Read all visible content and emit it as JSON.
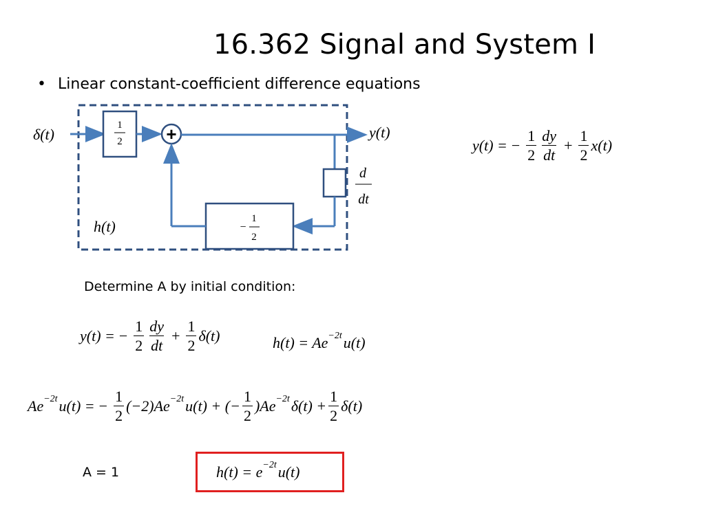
{
  "slide": {
    "title": "16.362 Signal and System I",
    "bullet": {
      "symbol": "•",
      "text": "Linear constant-coefficient difference equations"
    },
    "determine_text": "Determine A by initial condition:",
    "a_value": "A = 1"
  },
  "diagram": {
    "input_label": "δ(t)",
    "output_label": "y(t)",
    "system_label": "h(t)",
    "gain_half": {
      "num": "1",
      "den": "2"
    },
    "adder_symbol": "+",
    "derivative_label": {
      "num": "d",
      "den": "dt"
    },
    "feedback_gain": {
      "sign": "−",
      "num": "1",
      "den": "2"
    },
    "border_color": "#2f4f7f",
    "arrow_color": "#4a7ebb"
  },
  "equations": {
    "eq_top_right": {
      "lhs": "y(t) =",
      "sign1": "−",
      "frac1": {
        "num": "1",
        "den": "2"
      },
      "frac2": {
        "num": "dy",
        "den": "dt"
      },
      "plus": "+",
      "frac3": {
        "num": "1",
        "den": "2"
      },
      "tail": "x(t)"
    },
    "eq_impulse": {
      "lhs": "y(t) =",
      "sign1": "−",
      "frac1": {
        "num": "1",
        "den": "2"
      },
      "frac2": {
        "num": "dy",
        "den": "dt"
      },
      "plus": "+",
      "frac3": {
        "num": "1",
        "den": "2"
      },
      "tail": "δ(t)"
    },
    "eq_h_general": {
      "lhs": "h(t) = Ae",
      "exp": "−2t",
      "tail": "u(t)"
    },
    "eq_substituted": {
      "p1": "Ae",
      "exp1": "−2t",
      "p2": "u(t) =",
      "sign1": "−",
      "frac1": {
        "num": "1",
        "den": "2"
      },
      "p3": "(−2)Ae",
      "exp2": "−2t",
      "p4": "u(t) + (−",
      "frac2": {
        "num": "1",
        "den": "2"
      },
      "p5": ")Ae",
      "exp3": "−2t",
      "p6": "δ(t) +",
      "frac3": {
        "num": "1",
        "den": "2"
      },
      "p7": "δ(t)"
    },
    "eq_answer": {
      "lhs": "h(t) = e",
      "exp": "−2t",
      "tail": "u(t)"
    }
  },
  "colors": {
    "answer_border": "#e02020"
  }
}
